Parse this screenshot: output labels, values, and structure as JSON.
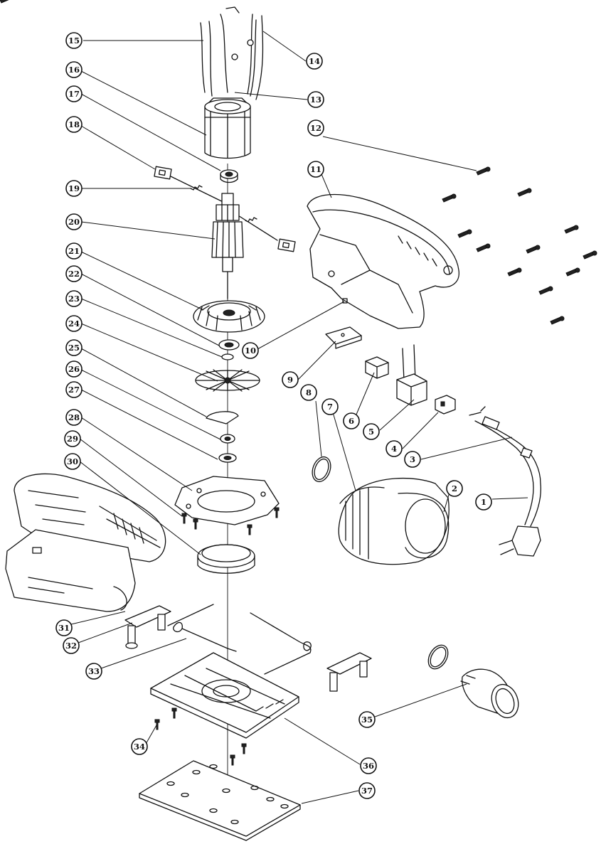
{
  "callouts": [
    "1",
    "2",
    "3",
    "4",
    "5",
    "6",
    "7",
    "8",
    "9",
    "10",
    "11",
    "12",
    "13",
    "14",
    "15",
    "16",
    "17",
    "18",
    "19",
    "20",
    "21",
    "22",
    "23",
    "24",
    "25",
    "26",
    "27",
    "28",
    "29",
    "30",
    "31",
    "32",
    "33",
    "34",
    "35",
    "36",
    "37"
  ],
  "icons": {
    "part_drawing": "exploded-assembly-drawing",
    "callout_marker": "circled-number"
  }
}
